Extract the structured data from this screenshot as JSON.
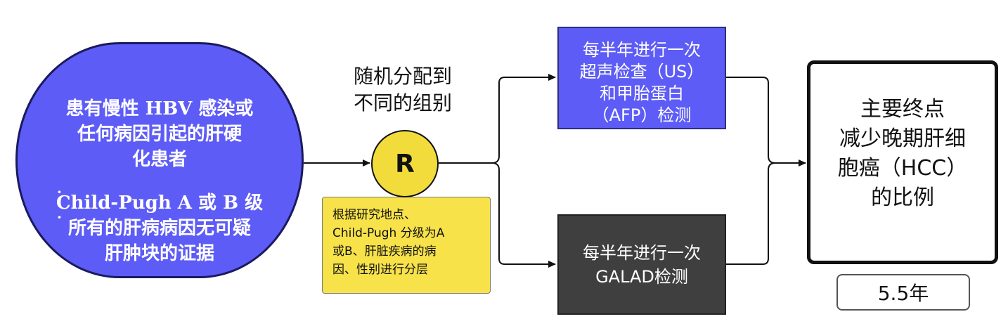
{
  "patient": {
    "line1": "患有慢性 HBV 感染或",
    "line2": "任何病因引起的肝硬",
    "line3": "化患者",
    "line4": "Child-Pugh A 或 B 级",
    "line5": "所有的肝病病因无可疑",
    "line6": "肝肿块的证据",
    "bullet": "·"
  },
  "randomization": {
    "label_line1": "随机分配到",
    "label_line2": "不同的组别",
    "symbol": "R"
  },
  "stratification": {
    "line1": "根据研究地点、",
    "line2": "Child-Pugh 分级为A",
    "line3": "或B、肝脏疾病的病",
    "line4": "因、性别进行分层"
  },
  "arm_us": {
    "line1": "每半年进行一次",
    "line2": "超声检查（US）",
    "line3": "和甲胎蛋白",
    "line4": "（AFP）检测"
  },
  "arm_galad": {
    "line1": "每半年进行一次",
    "line2": "GALAD检测"
  },
  "endpoint": {
    "line1": "主要终点",
    "line2": "减少晚期肝细",
    "line3": "胞癌（HCC）",
    "line4": "的比例"
  },
  "duration": "5.5年",
  "colors": {
    "blue": "#5d5cf6",
    "yellow": "#f7e24a",
    "dark_gray": "#3f3f40"
  }
}
